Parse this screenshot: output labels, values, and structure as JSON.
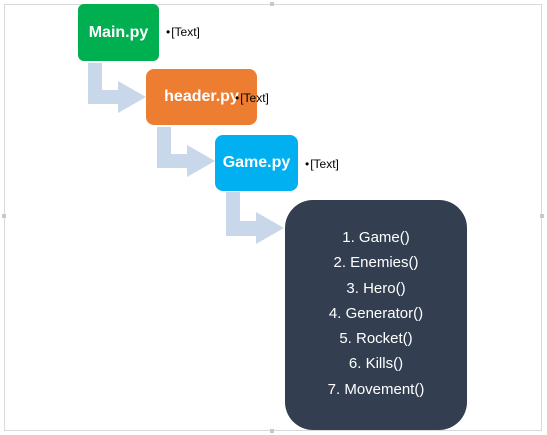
{
  "colors": {
    "main_box": "#00b050",
    "header_box": "#ed7d31",
    "game_box": "#00b0f0",
    "functions_box": "#333f50",
    "arrow": "#c9d7ea"
  },
  "nodes": [
    {
      "id": "main",
      "label": "Main.py",
      "note": "[Text]"
    },
    {
      "id": "header",
      "label": "header.py",
      "note": "[Text]"
    },
    {
      "id": "game",
      "label": "Game.py",
      "note": "[Text]"
    }
  ],
  "functions": [
    "1. Game()",
    "2. Enemies()",
    "3. Hero()",
    "4. Generator()",
    "5. Rocket()",
    "6. Kills()",
    "7. Movement()"
  ]
}
